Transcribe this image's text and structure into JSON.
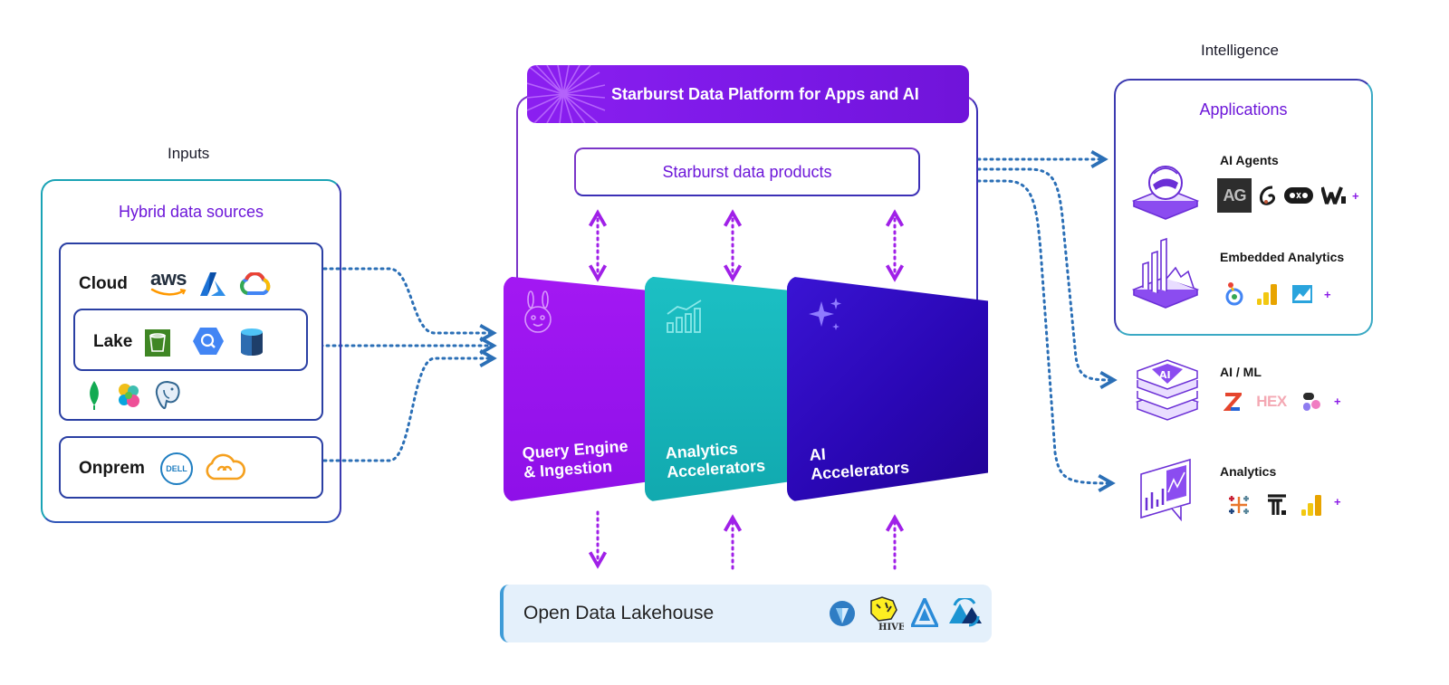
{
  "inputs": {
    "heading": "Inputs",
    "title": "Hybrid data sources",
    "groups": {
      "cloud": "Cloud",
      "lake": "Lake",
      "onprem": "Onprem"
    },
    "logos": {
      "aws": "aws",
      "dell": "DELL"
    }
  },
  "platform": {
    "banner": "Starburst Data Platform for Apps and AI",
    "products": "Starburst data products",
    "cards": [
      {
        "line1": "Query Engine",
        "line2": "& Ingestion",
        "color": "#9a12f0"
      },
      {
        "line1": "Analytics",
        "line2": "Accelerators",
        "color": "#17b3b8"
      },
      {
        "line1": "AI",
        "line2": "Accelerators",
        "color": "#2a07b5"
      }
    ],
    "lakehouse": "Open Data Lakehouse",
    "hive_text": "HIVE"
  },
  "intelligence": {
    "heading": "Intelligence",
    "applications": "Applications",
    "categories": {
      "agents": "AI Agents",
      "embedded": "Embedded Analytics",
      "aiml": "AI / ML",
      "analytics": "Analytics"
    },
    "logo_text": {
      "ag": "AG",
      "hex": "HEX",
      "ai": "AI",
      "plus": "+"
    }
  },
  "colors": {
    "purple": "#8a1be6",
    "teal": "#17b3b8",
    "indigo": "#2a07b5",
    "connector_blue": "#2b6fb6",
    "connector_purple": "#a020e8"
  }
}
